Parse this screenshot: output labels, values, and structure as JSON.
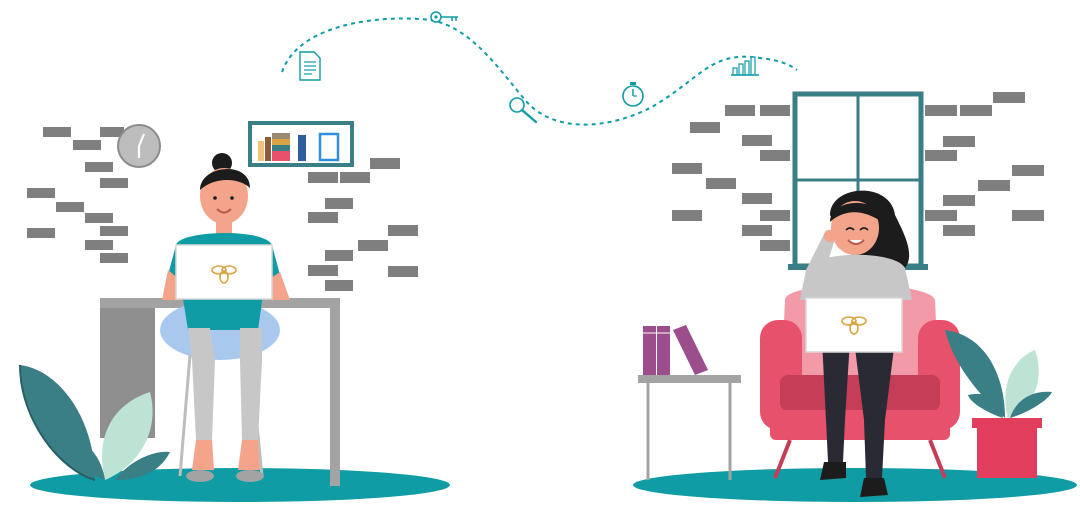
{
  "scene": {
    "left_group": "person-working-at-desk",
    "right_group": "person-working-on-armchair",
    "path_icons": [
      "document-icon",
      "key-icon",
      "magnifier-icon",
      "stopwatch-icon",
      "bar-chart-icon"
    ],
    "laptop_logo": "bee-logo"
  },
  "colors": {
    "teal": "#0f9ca5",
    "dark_teal": "#3a7e86",
    "brick": "#7f7f7f",
    "desk": "#a3a3a3",
    "skin": "#f4a48b",
    "hair": "#1c1c1c",
    "armchair": "#e8516b",
    "armchair_dark": "#c63d57",
    "pot": "#e23d5c",
    "books": "#9b4d8c",
    "laptop_logo": "#d9a441",
    "sweater": "#c7c7c7",
    "jeans": "#2a2a35",
    "chair": "#a9c8ee",
    "leaf_light": "#bde3d4"
  }
}
